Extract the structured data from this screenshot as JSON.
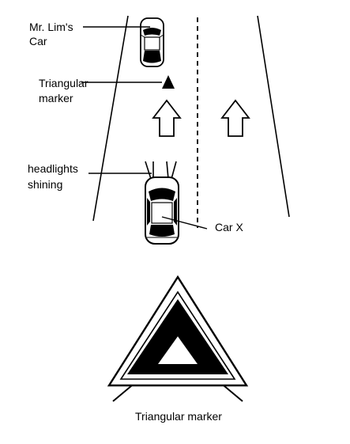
{
  "labels": {
    "mr_lims_car_line1": "Mr. Lim's",
    "mr_lims_car_line2": "Car",
    "triangular_marker_line1": "Triangular",
    "triangular_marker_line2": "marker",
    "headlights_line1": "headlights",
    "headlights_line2": "shining",
    "car_x": "Car X",
    "big_marker_caption": "Triangular marker"
  },
  "colors": {
    "ink": "#000000",
    "paper": "#ffffff"
  }
}
